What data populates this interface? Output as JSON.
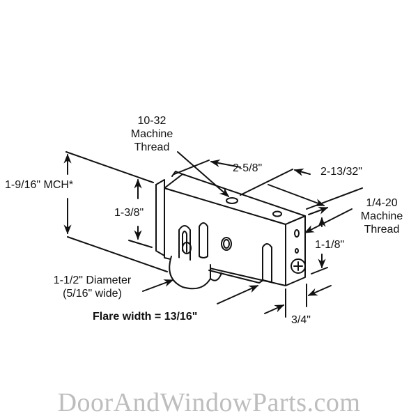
{
  "diagram": {
    "subject": "Sliding door roller assembly",
    "labels": {
      "thread_top_line1": "10-32",
      "thread_top_line2": "Machine",
      "thread_top_line3": "Thread",
      "mch": "1-9/16\" MCH*",
      "height_body": "1-3/8\"",
      "length_top": "2-5/8\"",
      "length_overall": "2-13/32\"",
      "thread_side_line1": "1/4-20",
      "thread_side_line2": "Machine",
      "thread_side_line3": "Thread",
      "side_height": "1-1/8\"",
      "wheel_line1": "1-1/2\" Diameter",
      "wheel_line2": "(5/16\" wide)",
      "flare": "Flare width = 13/16\"",
      "width": "3/4\""
    },
    "colors": {
      "line": "#111111",
      "watermark": "#bdbdbd",
      "background": "#ffffff"
    }
  },
  "watermark": "DoorAndWindowParts.com"
}
